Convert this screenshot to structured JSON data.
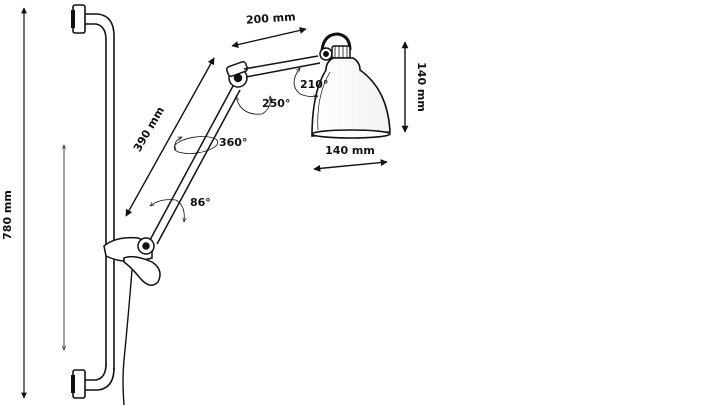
{
  "dimensions": {
    "overall_height": "780 mm",
    "arm_length_upper": "200 mm",
    "arm_length_lower": "390 mm",
    "shade_height": "140 mm",
    "shade_width": "140 mm"
  },
  "angles": {
    "shade_rotation": "210°",
    "elbow_rotation": "250°",
    "arm_swivel": "360°",
    "base_pivot": "86°"
  },
  "colors": {
    "line": "#111111",
    "background": "#ffffff"
  }
}
